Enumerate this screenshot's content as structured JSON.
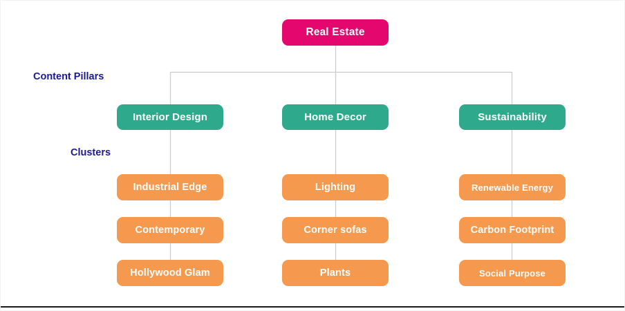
{
  "diagram": {
    "title_node": {
      "label": "Real Estate",
      "color": "#e3076e"
    },
    "section_labels": {
      "pillars": "Content Pillars",
      "clusters": "Clusters"
    },
    "pillar_color": "#2ea98c",
    "cluster_color": "#f4994e",
    "label_color": "#1b189a",
    "connector_color": "#cccccc",
    "columns": [
      {
        "pillar": "Interior Design",
        "clusters": [
          "Industrial Edge",
          "Contemporary",
          "Hollywood Glam"
        ]
      },
      {
        "pillar": "Home Decor",
        "clusters": [
          "Lighting",
          "Corner sofas",
          "Plants"
        ]
      },
      {
        "pillar": "Sustainability",
        "clusters": [
          "Renewable Energy",
          "Carbon Footprint",
          "Social Purpose"
        ]
      }
    ]
  }
}
